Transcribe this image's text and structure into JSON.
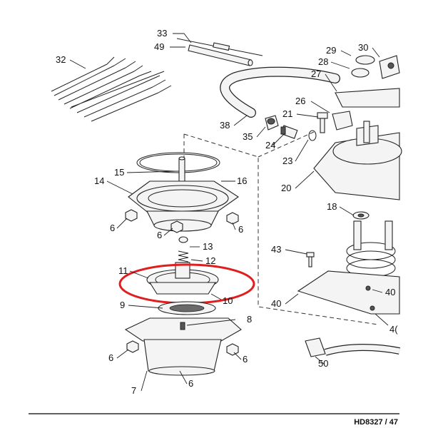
{
  "callouts": {
    "c33": "33",
    "c49": "49",
    "c32": "32",
    "c29": "29",
    "c30": "30",
    "c28": "28",
    "c27": "27",
    "c26": "26",
    "c21": "21",
    "c38": "38",
    "c35": "35",
    "c24": "24",
    "c23": "23",
    "c20": "20",
    "c18": "18",
    "c15": "15",
    "c16": "16",
    "c14": "14",
    "c6": "6",
    "c13": "13",
    "c12": "12",
    "c11": "11",
    "c10": "10",
    "c9": "9",
    "c8": "8",
    "c43": "43",
    "c40": "40",
    "c40_partial": "4(",
    "c50": "50",
    "c7": "7"
  },
  "highlight": {
    "color": "#e01e1e"
  },
  "footer": {
    "page_ref": "HD8327 / 47"
  }
}
